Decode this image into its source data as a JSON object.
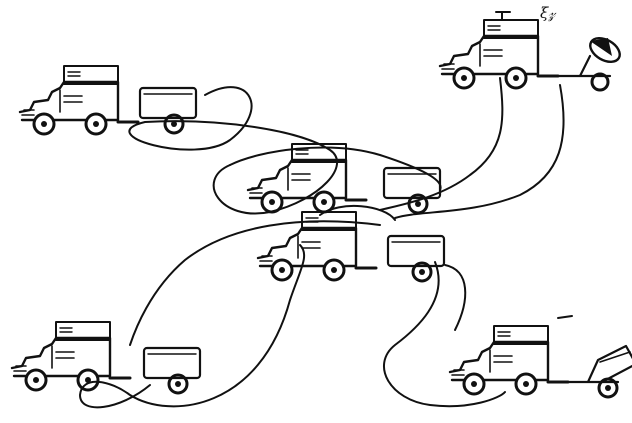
{
  "annotation": {
    "text": "ξ𝓏"
  },
  "colors": {
    "ink": "#111111",
    "paper": "#ffffff"
  },
  "vehicles": [
    {
      "id": "vehicle-top-left",
      "trailer": "cargo"
    },
    {
      "id": "vehicle-top-right",
      "trailer": "satellite-dish"
    },
    {
      "id": "vehicle-center-upper",
      "trailer": "cargo"
    },
    {
      "id": "vehicle-center-lower",
      "trailer": "cargo"
    },
    {
      "id": "vehicle-bottom-left",
      "trailer": "cargo"
    },
    {
      "id": "vehicle-bottom-right",
      "trailer": "tilted-antenna"
    }
  ]
}
